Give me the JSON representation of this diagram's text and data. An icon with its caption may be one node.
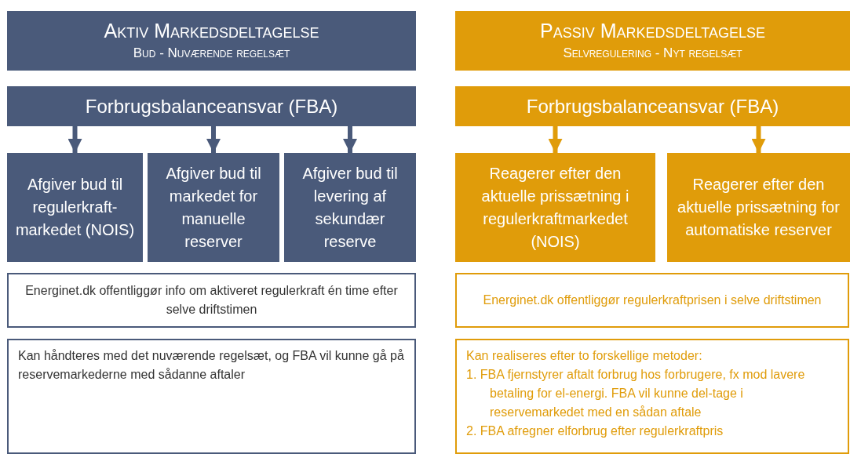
{
  "diagram": {
    "nodes": [
      {
        "text": [
          "Aktiv Markedsdeltagelse",
          "Bud - Nuværende regelsæt"
        ]
      },
      {
        "text": [
          "Forbrugsbalanceansvar (FBA)"
        ]
      },
      {
        "text": [
          "Afgiver bud til regulerkraft-markedet (NOIS)"
        ]
      },
      {
        "text": [
          "Afgiver bud til markedet for manuelle reserver"
        ]
      },
      {
        "text": [
          "Afgiver bud til levering af sekundær reserve"
        ]
      },
      {
        "text": [
          "Energinet.dk offentliggør info om aktiveret regulerkraft én time efter selve driftstimen"
        ]
      },
      {
        "text": [
          "Kan håndteres med det nuværende regelsæt, og FBA vil kunne gå på reservemarkederne med sådanne aftaler"
        ]
      },
      {
        "text": [
          "Passiv Markedsdeltagelse",
          "Selvregulering - Nyt regelsæt"
        ]
      },
      {
        "text": [
          "Forbrugsbalanceansvar (FBA)"
        ]
      },
      {
        "text": [
          "Reagerer efter den aktuelle prissætning i regulerkraftmarkedet (NOIS)"
        ]
      },
      {
        "text": [
          "Reagerer efter den aktuelle prissætning for automatiske reserver"
        ]
      },
      {
        "text": [
          "Energinet.dk offentliggør regulerkraftprisen i selve driftstimen"
        ]
      },
      {
        "text": [
          "Kan realiseres efter to forskellige metoder:",
          "1. FBA fjernstyrer aftalt forbrug hos forbrugere, fx mod lavere betaling for el-energi. FBA vil kunne del-tage i reservemarkedet med en sådan aftale",
          "2. FBA afregner elforbrug efter regulerkraftpris"
        ]
      }
    ],
    "edges": [
      {
        "from": 1,
        "to": 2,
        "arrow": "to"
      },
      {
        "from": 1,
        "to": 3,
        "arrow": "to"
      },
      {
        "from": 1,
        "to": 4,
        "arrow": "to"
      },
      {
        "from": 8,
        "to": 9,
        "arrow": "to",
        "color": "#e09c0a"
      },
      {
        "from": 8,
        "to": 10,
        "arrow": "to",
        "color": "#e09c0a"
      }
    ]
  }
}
